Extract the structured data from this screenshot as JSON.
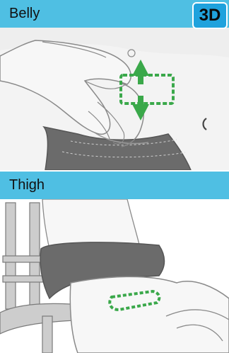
{
  "step_badge": "3D",
  "sections": [
    {
      "label": "Belly"
    },
    {
      "label": "Thigh"
    }
  ],
  "icon_names": [
    "abdomen-illustration",
    "thigh-illustration",
    "injection-zone-icon",
    "pinch-up-arrow-icon",
    "pinch-down-arrow-icon",
    "navel-icon",
    "chair-icon"
  ],
  "colors": {
    "header_bar": "#4fbfe3",
    "badge_bg": "#1fa2dd",
    "injection_zone": "#3aa84a",
    "shorts": "#6b6b6b",
    "skin_background": "#eeeeee"
  }
}
